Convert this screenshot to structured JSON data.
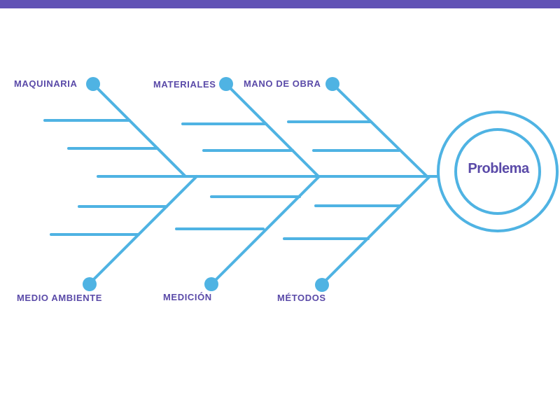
{
  "colors": {
    "top_bar": "#6152b5",
    "line": "#4fb3e3",
    "dot": "#4fb3e3",
    "label_text": "#5a4aa8",
    "problem_text": "#5a4aa8"
  },
  "problem": {
    "label": "Problema"
  },
  "categories": {
    "maquinaria": "MAQUINARIA",
    "materiales": "MATERIALES",
    "mano_de_obra": "MANO DE OBRA",
    "medio_ambiente": "MEDIO AMBIENTE",
    "medicion": "MEDICIÓN",
    "metodos": "MÉTODOS"
  }
}
